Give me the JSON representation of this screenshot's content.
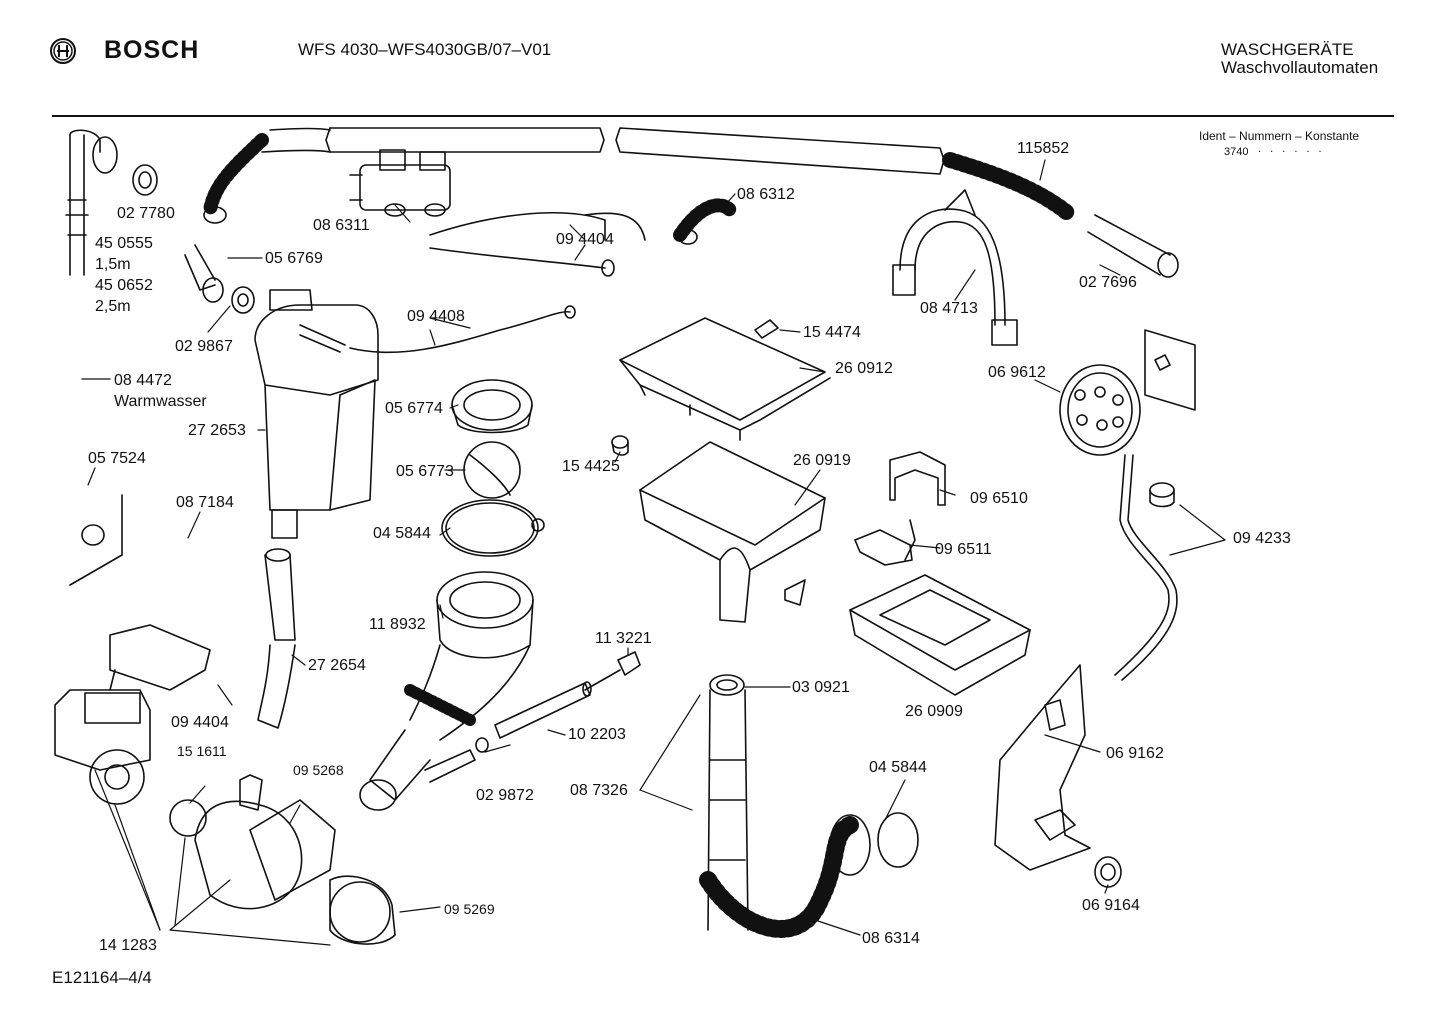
{
  "header": {
    "brand": "BOSCH",
    "model": "WFS 4030–WFS4030GB/07–V01",
    "category_line1": "WASCHGERÄTE",
    "category_line2": "Waschvollautomaten"
  },
  "ident": {
    "title": "Ident – Nummern – Konstante",
    "value": "3740",
    "dots": ". . . . . ."
  },
  "footer": {
    "drawing_id": "E121164–4/4"
  },
  "part_labels": {
    "p027780": "02 7780",
    "p450555": "45 0555",
    "len15": "1,5m",
    "p450652": "45 0652",
    "len25": "2,5m",
    "p056769": "05 6769",
    "p029867": "02 9867",
    "p084472": "08 4472",
    "warmwasser": "Warmwasser",
    "p057524": "05 7524",
    "p087184": "08 7184",
    "p272653": "27 2653",
    "p086311": "08 6311",
    "p094404a": "09 4404",
    "p094408": "09 4408",
    "p086312": "08 6312",
    "p115852": "115852",
    "p027696": "02 7696",
    "p084713": "08 4713",
    "p154474": "15 4474",
    "p260912": "26 0912",
    "p069612": "06 9612",
    "p056774": "05 6774",
    "p056773": "05 6773",
    "p154425": "15 4425",
    "p260919": "26 0919",
    "p045844a": "04 5844",
    "p096510": "09 6510",
    "p096511": "09 6511",
    "p094233": "09 4233",
    "p118932": "11 8932",
    "p113221": "11 3221",
    "p272654": "27 2654",
    "p030921": "03 0921",
    "p260909": "26 0909",
    "p094404b": "09 4404",
    "p151611": "15 1611",
    "p095268": "09 5268",
    "p102203": "10 2203",
    "p029872": "02 9872",
    "p087326": "08 7326",
    "p045844b": "04 5844",
    "p069162": "06 9162",
    "p095269": "09 5269",
    "p141283": "14 1283",
    "p086314": "08 6314",
    "p069164": "06 9164"
  }
}
